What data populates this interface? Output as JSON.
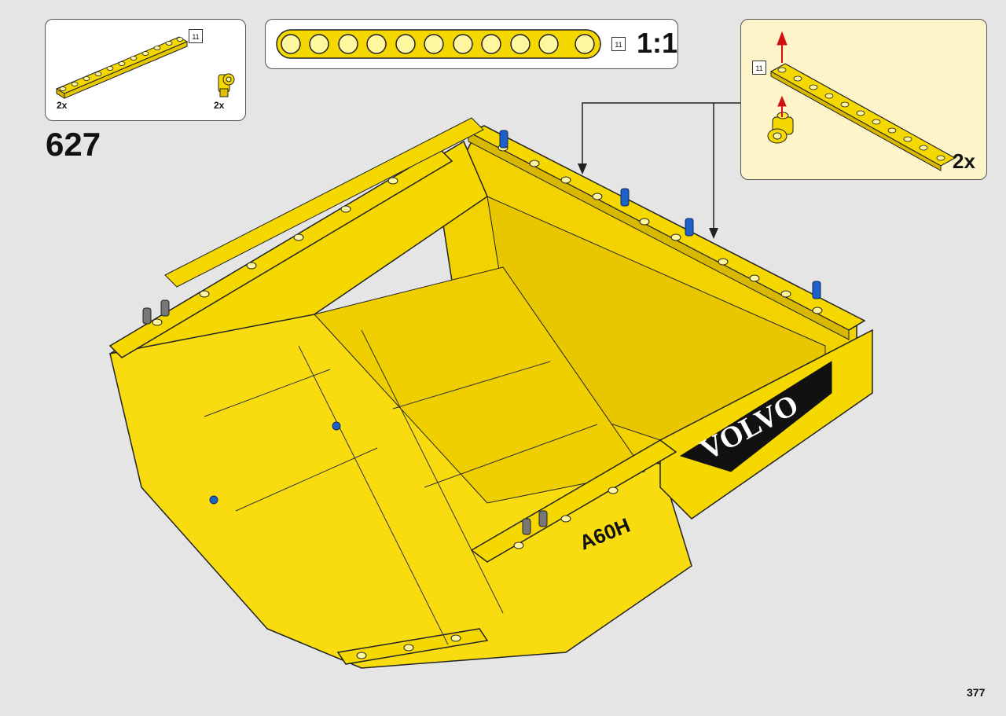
{
  "step": {
    "number": "627"
  },
  "page": {
    "number": "377"
  },
  "parts_list": {
    "items": [
      {
        "name": "beam-11",
        "length_label": "11",
        "count": "2x"
      },
      {
        "name": "pin-connector",
        "count": "2x"
      }
    ]
  },
  "scale_check": {
    "length_label": "11",
    "label": "1:1"
  },
  "submodel": {
    "length_label": "11",
    "multiplier": "2x"
  },
  "model": {
    "decal_brand": "VOLVO",
    "decal_model": "A60H"
  },
  "colors": {
    "part_yellow": "#f5d800",
    "arrow_red": "#d01010",
    "pin_blue": "#1e5fc8",
    "panel_bg": "#fdf4c9"
  }
}
